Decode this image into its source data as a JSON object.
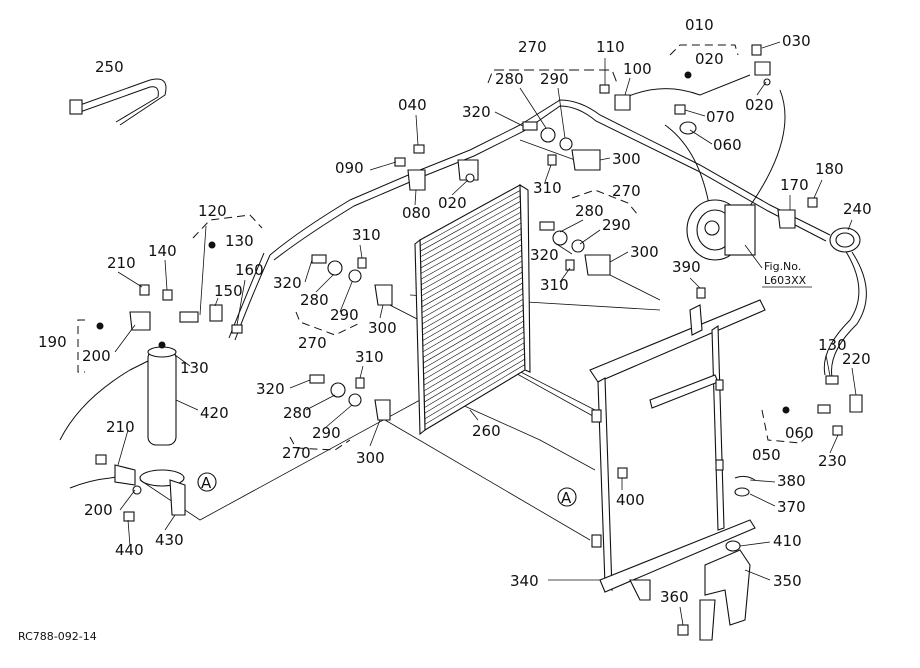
{
  "figure_code": "RC788-092-14",
  "fig_ref": {
    "line1": "Fig.No.",
    "line2": "L603XX"
  },
  "ref_marker": "A",
  "labels": {
    "l010": "010",
    "l020a": "020",
    "l020b": "020",
    "l020c": "020",
    "l030": "030",
    "l040": "040",
    "l050": "050",
    "l060a": "060",
    "l060b": "060",
    "l070": "070",
    "l080": "080",
    "l090": "090",
    "l100": "100",
    "l110": "110",
    "l120": "120",
    "l130a": "130",
    "l130b": "130",
    "l130c": "130",
    "l140": "140",
    "l150": "150",
    "l160": "160",
    "l170": "170",
    "l180": "180",
    "l190": "190",
    "l200a": "200",
    "l200b": "200",
    "l210a": "210",
    "l210b": "210",
    "l220": "220",
    "l230": "230",
    "l240": "240",
    "l250": "250",
    "l260": "260",
    "l270a": "270",
    "l270b": "270",
    "l270c": "270",
    "l270d": "270",
    "l280a": "280",
    "l280b": "280",
    "l280c": "280",
    "l280d": "280",
    "l290a": "290",
    "l290b": "290",
    "l290c": "290",
    "l290d": "290",
    "l300a": "300",
    "l300b": "300",
    "l300c": "300",
    "l300d": "300",
    "l310a": "310",
    "l310b": "310",
    "l310c": "310",
    "l310d": "310",
    "l320a": "320",
    "l320b": "320",
    "l320c": "320",
    "l320d": "320",
    "l340": "340",
    "l350": "350",
    "l360": "360",
    "l370": "370",
    "l380": "380",
    "l390": "390",
    "l400": "400",
    "l410": "410",
    "l420": "420",
    "l430": "430",
    "l440": "440"
  }
}
